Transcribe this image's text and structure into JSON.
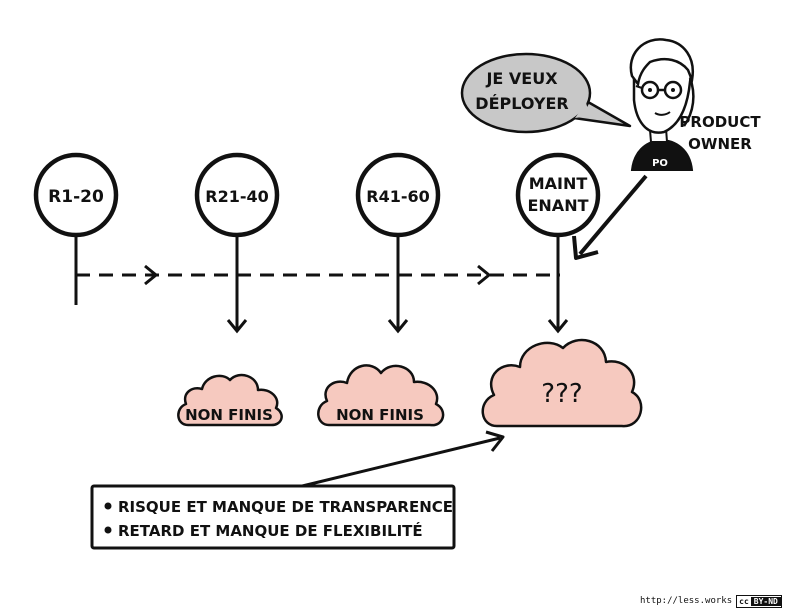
{
  "milestones": [
    {
      "label_lines": [
        "R1-20"
      ]
    },
    {
      "label_lines": [
        "R21-40"
      ]
    },
    {
      "label_lines": [
        "R41-60"
      ]
    },
    {
      "label_lines": [
        "MAINT",
        "ENANT"
      ]
    }
  ],
  "clouds": [
    {
      "label": "NON FINIS"
    },
    {
      "label": "NON FINIS"
    },
    {
      "label": "???"
    }
  ],
  "speech_bubble": {
    "lines": [
      "JE VEUX",
      "DÉPLOYER"
    ]
  },
  "person": {
    "badge": "PO",
    "role_lines": [
      "PRODUCT",
      "OWNER"
    ]
  },
  "issues_box": {
    "items": [
      "RISQUE ET MANQUE DE TRANSPARENCE",
      "RETARD ET MANQUE DE FLEXIBILITÉ"
    ]
  },
  "footer": {
    "url": "http://less.works",
    "license_left": "cc",
    "license_right": "BY-ND"
  },
  "colors": {
    "cloud_fill": "#f6c9bf",
    "bubble_fill": "#c8c8c8",
    "ink": "#111111"
  }
}
